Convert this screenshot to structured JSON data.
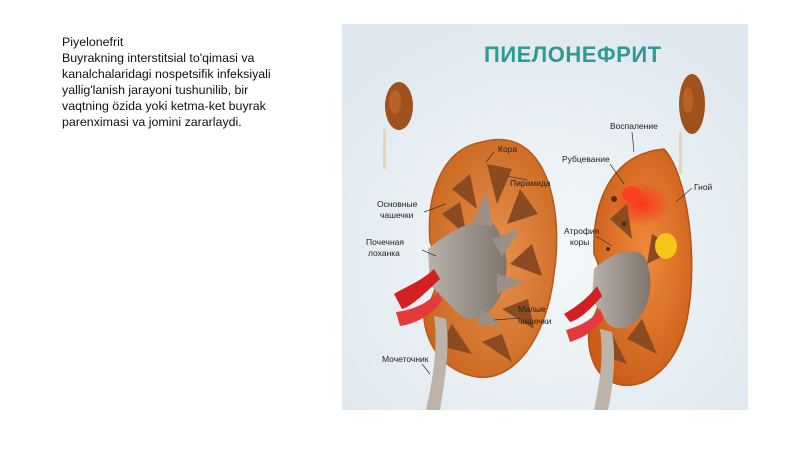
{
  "slide": {
    "heading": "Piyelonefrit",
    "body_lines": [
      "Buyrakning interstitsial to'qimasi va",
      "kanalchalaridagi nospetsifik infeksiyali",
      "yallig'lanish jarayoni tushunilib, bir",
      "vaqtning özida yoki ketma-ket buyrak",
      "parenximasi va jomini zararlaydi."
    ]
  },
  "figure": {
    "title": "ПИЕЛОНЕФРИТ",
    "left_labels": {
      "cortex": "Кора",
      "pyramid": "Пирамида",
      "major_calyces_1": "Основные",
      "major_calyces_2": "чашечки",
      "pelvis_1": "Почечная",
      "pelvis_2": "лоханка",
      "minor_calyces_1": "Малые",
      "minor_calyces_2": "чашечки",
      "ureter": "Мочеточник"
    },
    "right_labels": {
      "inflammation": "Воспаление",
      "scarring": "Рубцевание",
      "pus": "Гной",
      "atrophy_1": "Атрофия",
      "atrophy_2": "коры"
    },
    "colors": {
      "title": "#2c9c93",
      "cortex": "#d9782e",
      "medulla": "#8a4a22",
      "pelvis": "#9a9088",
      "artery": "#d42020",
      "pus": "#f5c518",
      "inflammation": "#e8321e",
      "background": "#eef3f6"
    }
  }
}
